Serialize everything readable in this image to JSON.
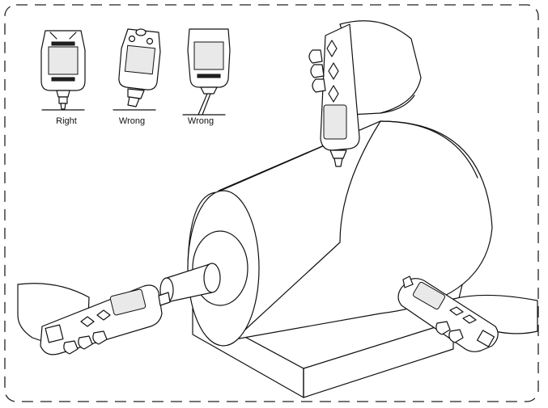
{
  "labels": {
    "right": "Right",
    "wrong_1": "Wrong",
    "wrong_2": "Wrong"
  }
}
